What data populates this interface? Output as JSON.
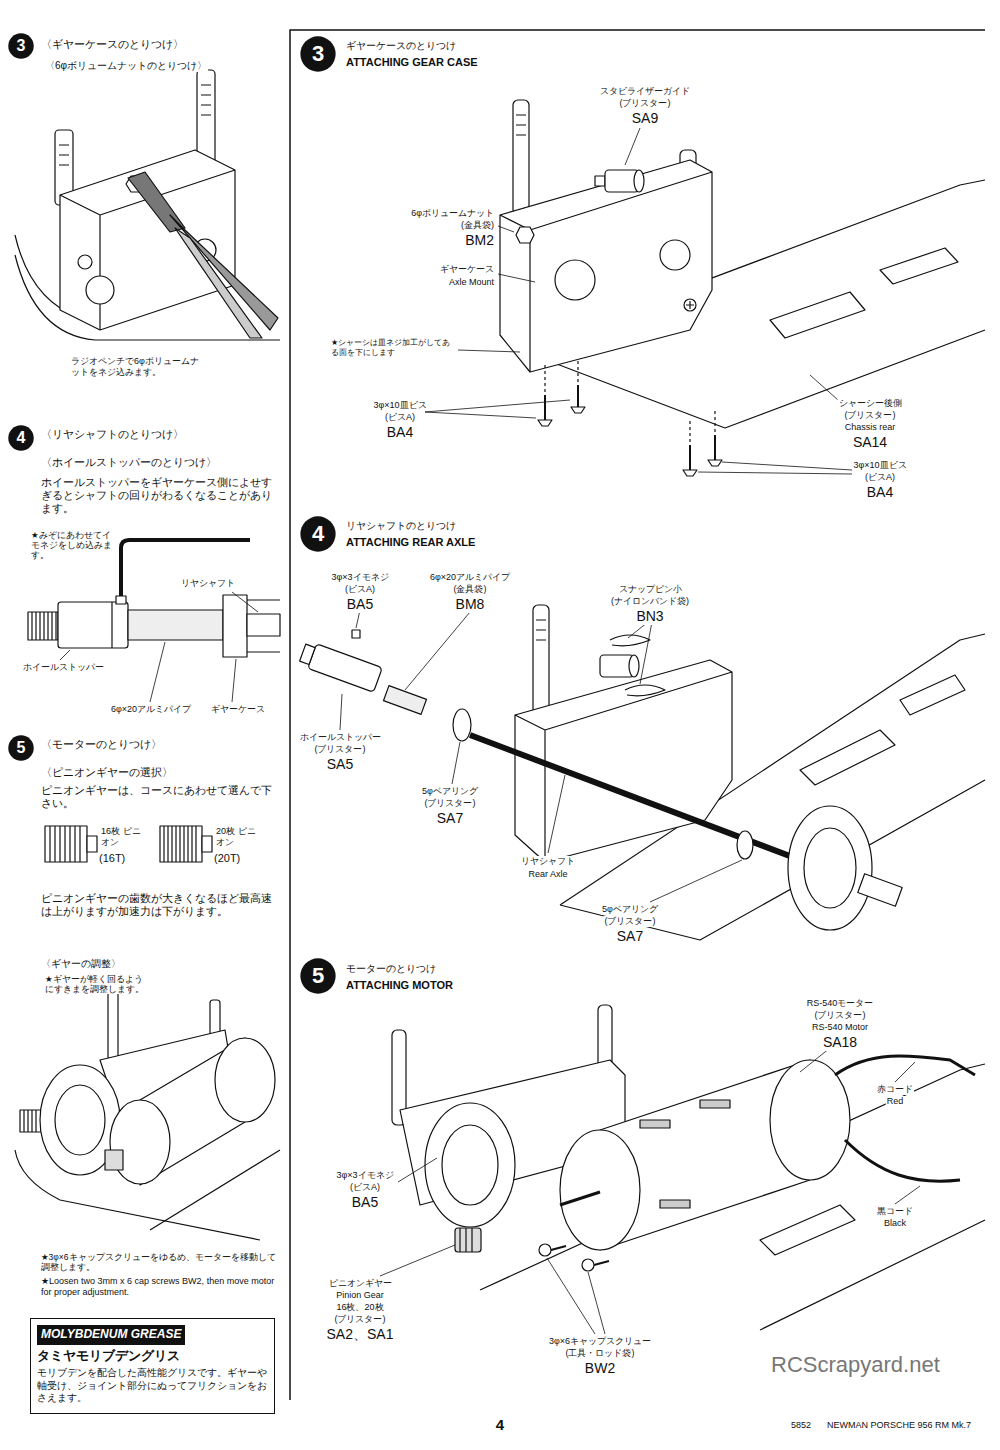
{
  "diagram": {
    "nodes": [
      {
        "text": [
          "3"
        ]
      },
      {
        "text": [
          "4"
        ]
      },
      {
        "text": [
          "5"
        ]
      },
      {
        "text": [
          "3"
        ]
      },
      {
        "text": [
          "4"
        ]
      },
      {
        "text": [
          "5"
        ]
      },
      {
        "text": [
          "MOLYBDENUM GREASE",
          "タミヤモリブデングリス",
          "モリブデンを配合した高性能グリスです。ギヤーや軸受け、ジョイント部分にぬってフリクションをおさえます。"
        ]
      }
    ],
    "labels": [
      "〈ギヤーケースのとりつけ〉",
      "〈6φボリュームナットのとりつけ〉",
      "ラジオペンチで6φボリュームナットをネジ込みます。",
      "〈リヤシャフトのとりつけ〉",
      "〈ホイールストッパーのとりつけ〉",
      "ホイールストッパーをギヤーケース側によせすぎるとシャフトの回りがわるくなることがあります。",
      "★みぞにあわせてイモネジをしめ込みます。",
      "リヤシャフト",
      "ホイールストッパー",
      "6φ×20アルミパイプ",
      "ギヤーケース",
      "〈モーターのとりつけ〉",
      "〈ピニオンギヤーの選択〉",
      "ピニオンギヤーは、コースにあわせて選んで下さい。",
      "16枚 ピニオン",
      "(16T)",
      "20枚 ピニオン",
      "(20T)",
      "ピニオンギヤーの歯数が大きくなるほど最高速は上がりますが加速力は下がります。",
      "〈ギヤーの調整〉",
      "★ギヤーが軽く回るようにすきまを調整します。",
      "★3φ×6キャップスクリューをゆるめ、モーターを移動して調整します。",
      "★Loosen two 3mm x 6 cap screws BW2, then move motor for proper adjustment.",
      "ギヤーケースのとりつけ",
      "ATTACHING GEAR CASE",
      "スタビライザーガイド",
      "(ブリスター)",
      "SA9",
      "6φボリュームナット",
      "(金具袋)",
      "BM2",
      "ギヤーケース",
      "Axle Mount",
      "★シャーシは皿ネジ加工がしてある面を下にします",
      "3φ×10皿ビス",
      "(ビスA)",
      "BA4",
      "シャーシー後側",
      "(ブリスター)",
      "Chassis rear",
      "SA14",
      "3φ×10皿ビス",
      "(ビスA)",
      "BA4",
      "リヤシャフトのとりつけ",
      "ATTACHING REAR AXLE",
      "3φ×3イモネジ",
      "(ビスA)",
      "BA5",
      "6φ×20アルミパイプ",
      "(金具袋)",
      "BM8",
      "スナップピン小",
      "(ナイロンバンド袋)",
      "BN3",
      "ホイールストッパー",
      "(ブリスター)",
      "SA5",
      "5φベアリング",
      "(ブリスター)",
      "SA7",
      "リヤシャフト",
      "Rear Axle",
      "5φベアリング",
      "(ブリスター)",
      "SA7",
      "モーターのとりつけ",
      "ATTACHING MOTOR",
      "RS-540モーター",
      "(ブリスター)",
      "RS-540 Motor",
      "SA18",
      "赤コード",
      "Red",
      "黒コード",
      "Black",
      "3φ×3イモネジ",
      "(ビスA)",
      "BA5",
      "ピニオンギヤー",
      "Pinion Gear",
      "16枚、20枚",
      "(ブリスター)",
      "SA2、SA1",
      "3φ×6キャップスクリュー",
      "(工具・ロッド袋)",
      "BW2",
      "4",
      "5852",
      "NEWMAN PORSCHE 956 RM Mk.7",
      "RCScrapyard.net"
    ]
  }
}
